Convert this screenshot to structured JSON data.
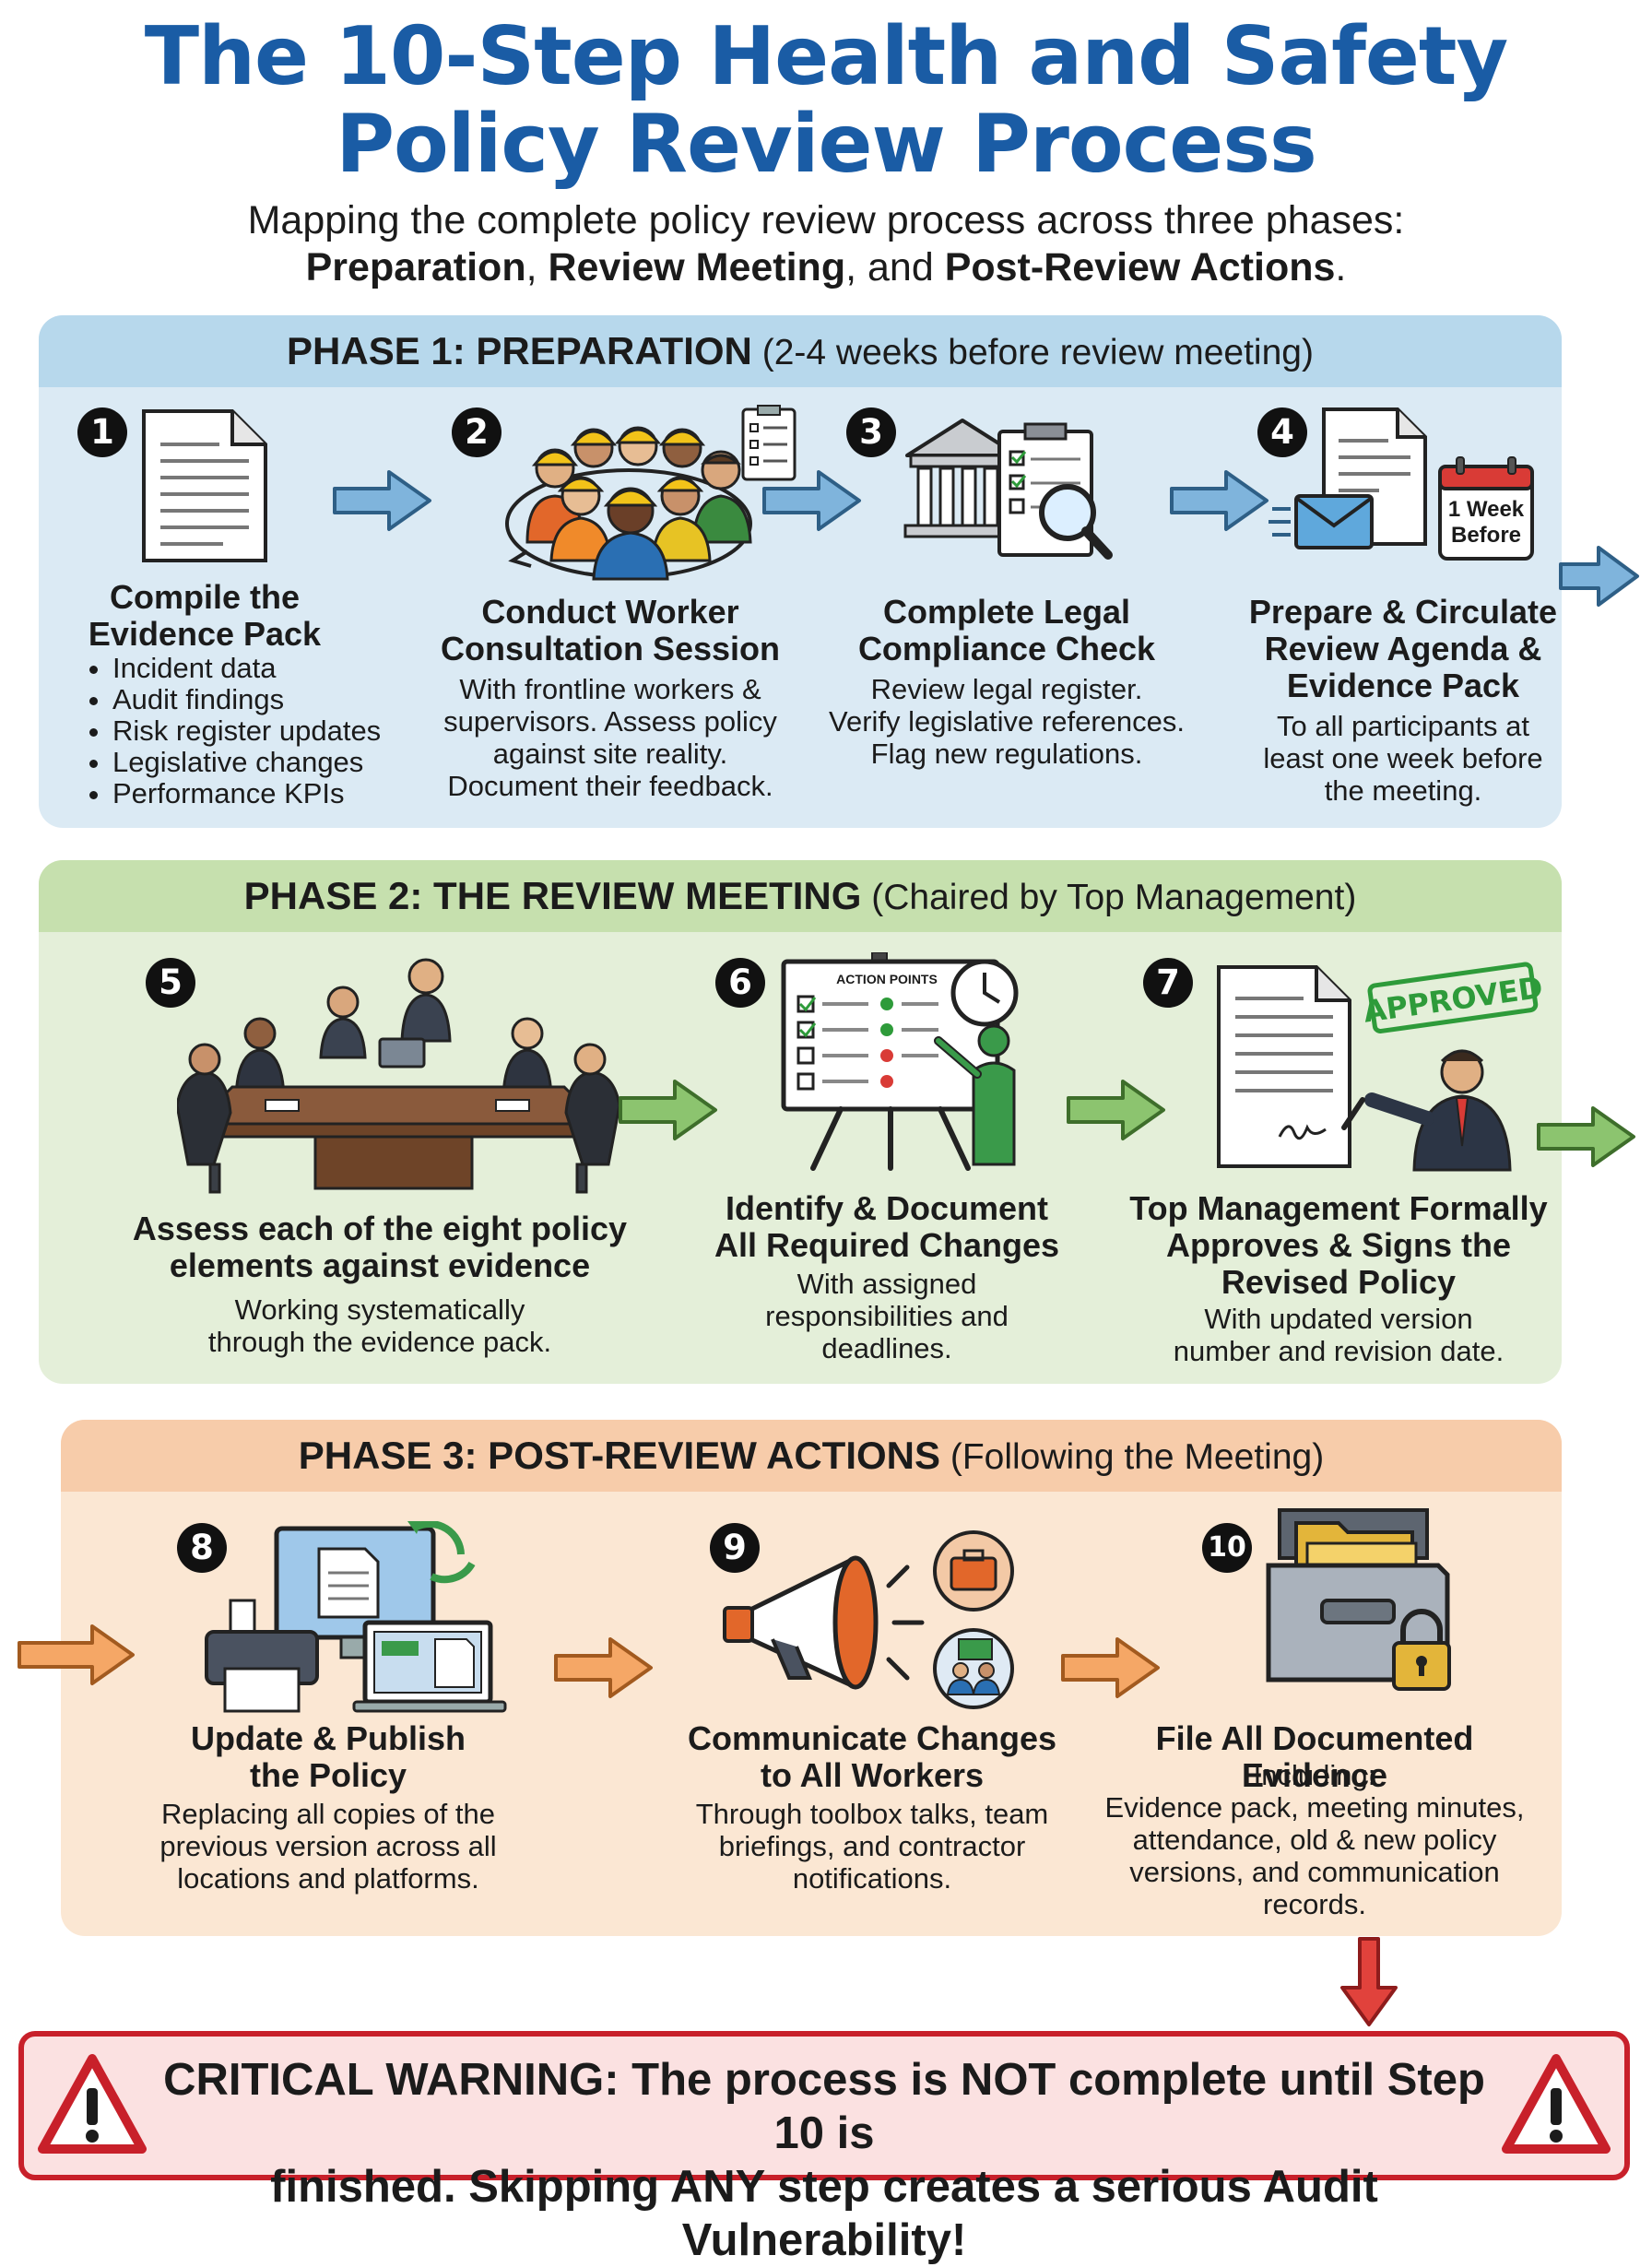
{
  "title_line1": "The 10-Step Health and Safety",
  "title_line2": "Policy Review Process",
  "subtitle_line1": "Mapping the complete policy review process across three phases:",
  "subtitle_phase1": "Preparation",
  "subtitle_sep1": ", ",
  "subtitle_phase2": "Review Meeting",
  "subtitle_sep2": ", and ",
  "subtitle_phase3": "Post-Review Actions",
  "subtitle_end": ".",
  "phase1": {
    "title": "PHASE 1: PREPARATION",
    "sub": " (2-4 weeks before review meeting)"
  },
  "phase2": {
    "title": "PHASE 2: THE REVIEW MEETING",
    "sub": " (Chaired by Top Management)"
  },
  "phase3": {
    "title": "PHASE 3: POST-REVIEW ACTIONS",
    "sub": " (Following the Meeting)"
  },
  "steps": [
    {
      "num": "1",
      "title1": "Compile the",
      "title2": "Evidence Pack",
      "bullets": [
        "Incident data",
        "Audit findings",
        "Risk register updates",
        "Legislative changes",
        "Performance KPIs"
      ]
    },
    {
      "num": "2",
      "title1": "Conduct Worker",
      "title2": "Consultation Session",
      "desc": [
        "With frontline workers &",
        "supervisors. Assess policy",
        "against site reality.",
        "Document their feedback."
      ]
    },
    {
      "num": "3",
      "title1": "Complete Legal",
      "title2": "Compliance Check",
      "desc": [
        "Review legal register.",
        "Verify legislative references.",
        "Flag new regulations."
      ]
    },
    {
      "num": "4",
      "title1": "Prepare & Circulate",
      "title2": "Review Agenda &",
      "title3": "Evidence Pack",
      "desc": [
        "To all participants at",
        "least one week before",
        "the meeting."
      ],
      "calendar1": "1 Week",
      "calendar2": "Before"
    },
    {
      "num": "5",
      "title1": "Assess each of the eight policy",
      "title2": "elements against evidence",
      "desc": [
        "Working systematically",
        "through the evidence pack."
      ]
    },
    {
      "num": "6",
      "title1": "Identify & Document",
      "title2": "All Required Changes",
      "desc": [
        "With assigned",
        "responsibilities and",
        "deadlines."
      ],
      "board_label": "ACTION POINTS"
    },
    {
      "num": "7",
      "title1": "Top Management Formally",
      "title2": "Approves & Signs the",
      "title3": "Revised Policy",
      "desc": [
        "With updated version",
        "number and revision date."
      ],
      "stamp": "APPROVED"
    },
    {
      "num": "8",
      "title1": "Update & Publish",
      "title2": "the Policy",
      "desc": [
        "Replacing all copies of the",
        "previous version across all",
        "locations and platforms."
      ]
    },
    {
      "num": "9",
      "title1": "Communicate Changes",
      "title2": "to All Workers",
      "desc": [
        "Through toolbox talks, team",
        "briefings, and contractor",
        "notifications."
      ]
    },
    {
      "num": "10",
      "title1": "File All Documented Evidence",
      "desc": [
        "Including:",
        "Evidence pack, meeting minutes,",
        "attendance, old & new policy",
        "versions, and communication records."
      ]
    }
  ],
  "warning_line1": "CRITICAL WARNING: The process is NOT complete until Step 10 is",
  "warning_line2": "finished. Skipping ANY step creates a serious Audit Vulnerability!",
  "colors": {
    "title": "#1a5ca5",
    "phase1": "#dbeaf4",
    "phase2": "#e4efd9",
    "phase3": "#fbe7d3",
    "warning": "#c8202a"
  }
}
